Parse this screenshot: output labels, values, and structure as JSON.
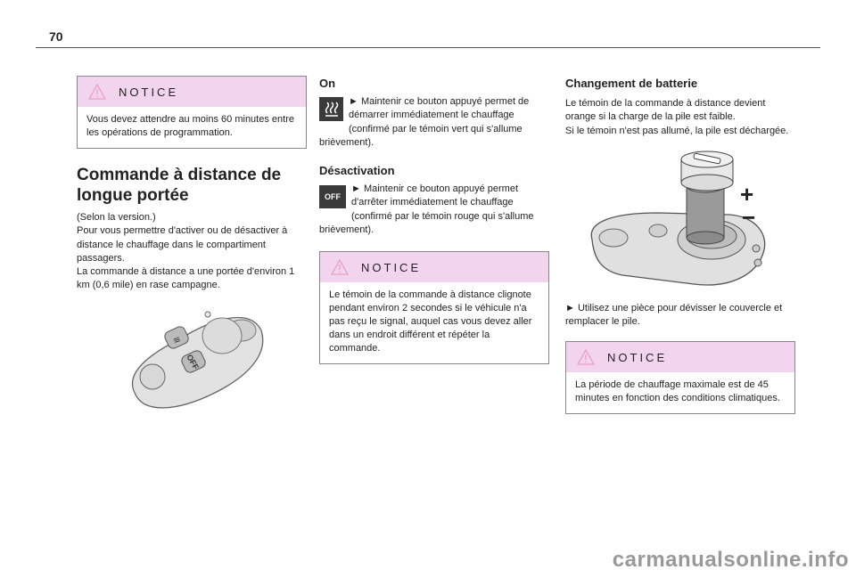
{
  "page": {
    "number": "70"
  },
  "left": {
    "notice": {
      "title": "NOTICE",
      "text": "Vous devez attendre au moins 60 minutes entre les opérations de programmation."
    },
    "section_title": "Commande à distance de longue portée",
    "body": [
      "(Selon la version.)",
      "Pour vous permettre d'activer ou de désactiver à distance le chauffage dans le compartiment passagers.",
      "La commande à distance a une portée d'environ 1 km (0,6 mile) en rase campagne."
    ],
    "remote_off_label": "OFF"
  },
  "middle": {
    "on_title": "On",
    "on_text": "► Maintenir ce bouton appuyé permet de démarrer immédiatement le chauffage (confirmé par le témoin vert qui s'allume brièvement).",
    "off_title": "Désactivation",
    "off_icon_label": "OFF",
    "off_text": "► Maintenir ce bouton appuyé permet d'arrêter immédiatement le chauffage (confirmé par le témoin rouge qui s'allume brièvement).",
    "notice": {
      "title": "NOTICE",
      "text": "Le témoin de la commande à distance clignote pendant environ 2 secondes si le véhicule n'a pas reçu le signal, auquel cas vous devez aller dans un endroit différent et répéter la commande."
    }
  },
  "right": {
    "title": "Changement de batterie",
    "body": [
      "Le témoin de la commande à distance devient orange si la charge de la pile est faible.",
      "Si le témoin n'est pas allumé, la pile est déchargée."
    ],
    "plus": "+",
    "minus": "−",
    "instruction": "► Utilisez une pièce pour dévisser le couvercle et remplacer le pile.",
    "notice": {
      "title": "NOTICE",
      "text": "La période de chauffage maximale est de 45 minutes en fonction des conditions climatiques."
    }
  },
  "watermark": "carmanualsonline.info"
}
